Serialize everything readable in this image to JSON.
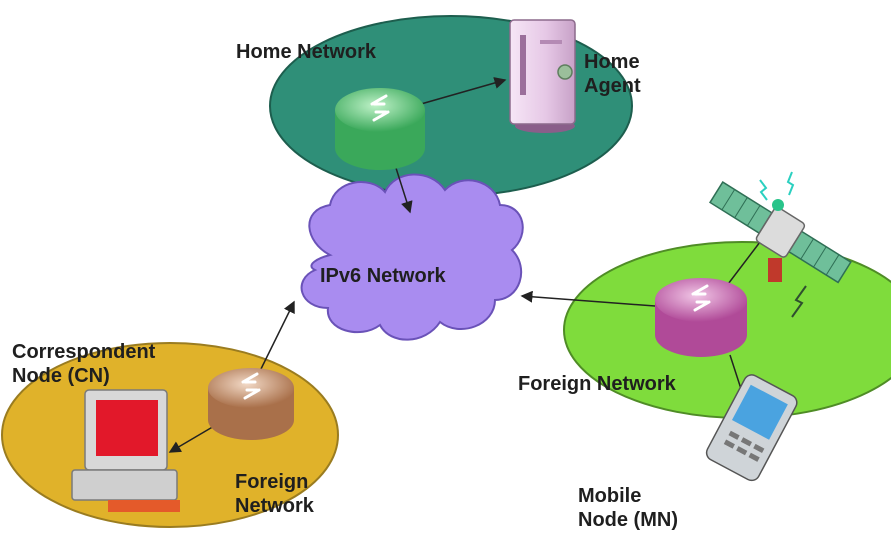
{
  "diagram": {
    "networks": {
      "home": {
        "label": "Home Network",
        "color": "#2f8f78"
      },
      "foreign_cn": {
        "label": "Foreign\nNetwork",
        "color": "#e0b22a"
      },
      "foreign_mn": {
        "label": "Foreign Network",
        "color": "#7fdc3c"
      }
    },
    "core": {
      "label": "IPv6 Network",
      "color": "#a98cf0"
    },
    "nodes": {
      "home_agent": {
        "label": "Home\nAgent",
        "icon": "server-icon"
      },
      "correspondent": {
        "label": "Correspondent\nNode (CN)",
        "icon": "computer-icon"
      },
      "mobile": {
        "label": "Mobile\nNode (MN)",
        "icon": "pda-icon"
      }
    },
    "routers": {
      "home": {
        "icon": "router-icon",
        "color": "#3aa85a"
      },
      "cn": {
        "icon": "router-icon",
        "color": "#b9825c"
      },
      "mn": {
        "icon": "router-icon",
        "color": "#b84a9a"
      }
    },
    "satellite": {
      "icon": "satellite-icon"
    }
  }
}
